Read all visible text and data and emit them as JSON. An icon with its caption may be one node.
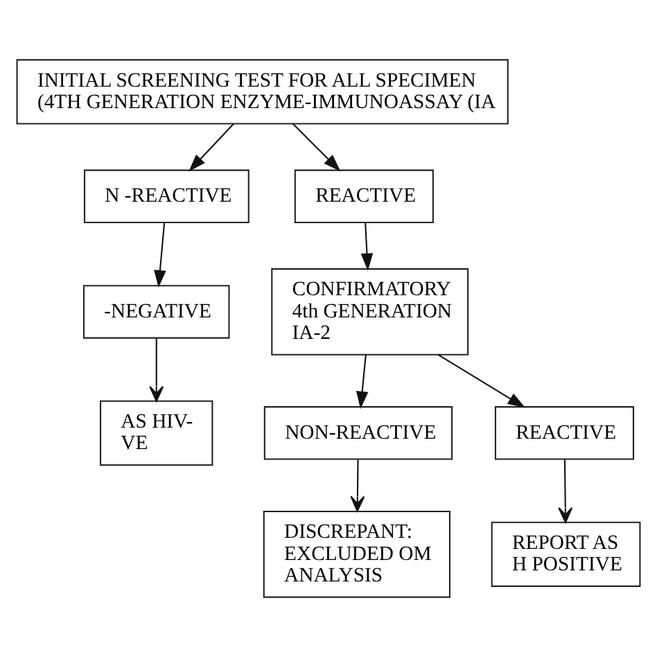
{
  "diagram": {
    "nodes": [
      {
        "text": [
          "INITIAL SCREENING TEST FOR ALL SPECIMEN (4TH GENERATION ENZYME-IMMUNOASSAY (IA"
        ]
      },
      {
        "text": [
          "N -REACTIVE"
        ]
      },
      {
        "text": [
          "REACTIVE"
        ]
      },
      {
        "text": [
          "-NEGATIVE"
        ]
      },
      {
        "text": [
          "AS HIV- VE"
        ]
      },
      {
        "text": [
          "CONFIRMATORY 4th GENERATION IA-2"
        ]
      },
      {
        "text": [
          "NON-REACTIVE"
        ]
      },
      {
        "text": [
          "REACTIVE"
        ]
      },
      {
        "text": [
          "DISCREPANT: EXCLUDED OM ANALYSIS"
        ]
      },
      {
        "text": [
          "REPORT AS H POSITIVE"
        ]
      }
    ],
    "edges": [
      {
        "from": 0,
        "to": 1,
        "arrow": "to"
      },
      {
        "from": 0,
        "to": 2,
        "arrow": "to"
      },
      {
        "from": 1,
        "to": 3,
        "arrow": "to"
      },
      {
        "from": 3,
        "to": 4,
        "arrow": "to"
      },
      {
        "from": 2,
        "to": 5,
        "arrow": "to"
      },
      {
        "from": 5,
        "to": 6,
        "arrow": "to"
      },
      {
        "from": 5,
        "to": 7,
        "arrow": "to"
      },
      {
        "from": 6,
        "to": 8,
        "arrow": "to"
      },
      {
        "from": 7,
        "to": 9,
        "arrow": "to"
      }
    ]
  }
}
